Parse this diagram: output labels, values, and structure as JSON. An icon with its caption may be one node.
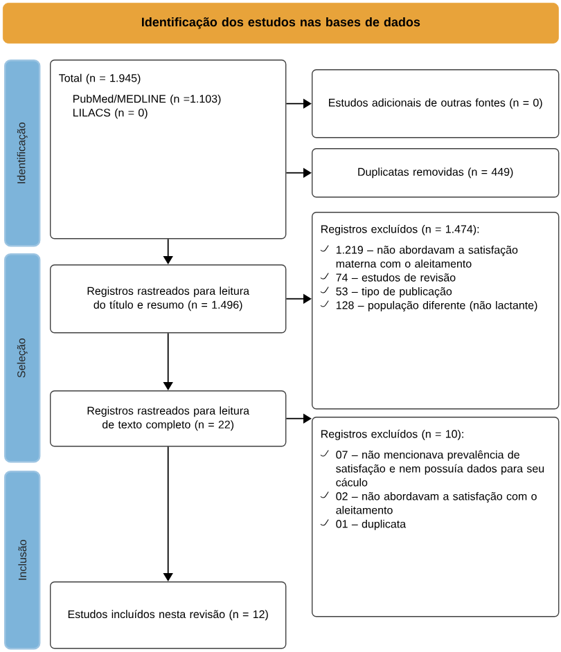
{
  "diagram": {
    "nodes": [
      {
        "text": [
          "Identificação dos estudos nas bases de dados"
        ]
      },
      {
        "text": [
          "Identificação"
        ]
      },
      {
        "text": [
          "Seleção"
        ]
      },
      {
        "text": [
          "Inclusão"
        ]
      },
      {
        "text": [
          "Total (n = 1.945)",
          "PubMed/MEDLINE (n =1.103)",
          "LILACS (n = 0)"
        ]
      },
      {
        "text": [
          "Estudos adicionais de outras fontes (n = 0)"
        ]
      },
      {
        "text": [
          "Duplicatas removidas (n = 449)"
        ]
      },
      {
        "text": [
          "Registros rastreados para leitura do título e resumo (n = 1.496)"
        ]
      },
      {
        "text": [
          "Registros excluídos (n = 1.474):",
          "1.219 – não abordavam a satisfação materna com o aleitamento",
          "74 – estudos de revisão",
          "53 – tipo de publicação",
          "128 – população diferente (não lactante)"
        ]
      },
      {
        "text": [
          "Registros rastreados para leitura de texto completo (n = 22)"
        ]
      },
      {
        "text": [
          "Registros excluídos (n = 10):",
          "07 – não mencionava prevalência de satisfação e nem possuía dados para seu cáculo",
          "02 –  não abordavam a satisfação com o aleitamento",
          "01 – duplicata"
        ]
      },
      {
        "text": [
          "Estudos incluídos nesta revisão (n = 12)"
        ]
      }
    ],
    "edges": [
      {
        "from": 4,
        "to": 5,
        "arrow": "to"
      },
      {
        "from": 4,
        "to": 6,
        "arrow": "to"
      },
      {
        "from": 4,
        "to": 7,
        "arrow": "to"
      },
      {
        "from": 7,
        "to": 8,
        "arrow": "to"
      },
      {
        "from": 7,
        "to": 9,
        "arrow": "to"
      },
      {
        "from": 9,
        "to": 10,
        "arrow": "to"
      },
      {
        "from": 9,
        "to": 11,
        "arrow": "to"
      }
    ]
  }
}
